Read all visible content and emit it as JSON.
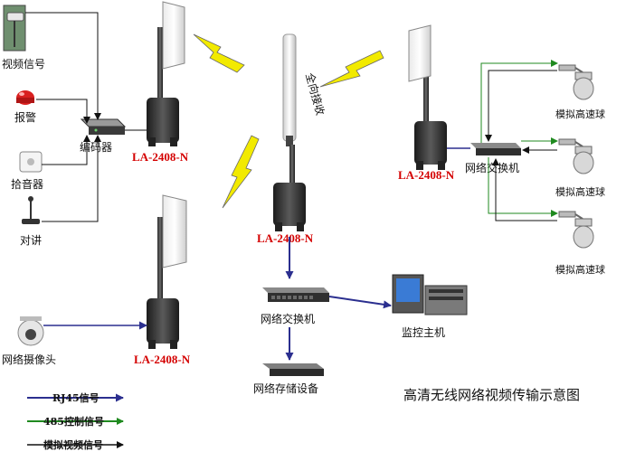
{
  "title": "高清无线网络视频传输示意图",
  "colors": {
    "rj45": "#2b2f8f",
    "ctrl485": "#1f8a1f",
    "analog": "#111111",
    "model": "#d40000",
    "lightning": "#f2ea00"
  },
  "inputs": {
    "video_signal": "视频信号",
    "alarm": "报警",
    "encoder": "编码器",
    "pickup": "拾音器",
    "intercom": "对讲",
    "network_camera": "网络摄像头"
  },
  "radios": {
    "top_left_model": "LA-2408-N",
    "bottom_left_model": "LA-2408-N",
    "center_model": "LA-2408-N",
    "right_model": "LA-2408-N",
    "omni_label": "全向接收"
  },
  "center": {
    "switch": "网络交换机",
    "monitor_host": "监控主机",
    "storage": "网络存储设备"
  },
  "right": {
    "switch": "网络交换机",
    "dome1": "模拟高速球",
    "dome2": "模拟高速球",
    "dome3": "模拟高速球"
  },
  "legend": {
    "rj45": "RJ45信号",
    "ctrl485": "485控制信号",
    "analog": "模拟视频信号"
  }
}
